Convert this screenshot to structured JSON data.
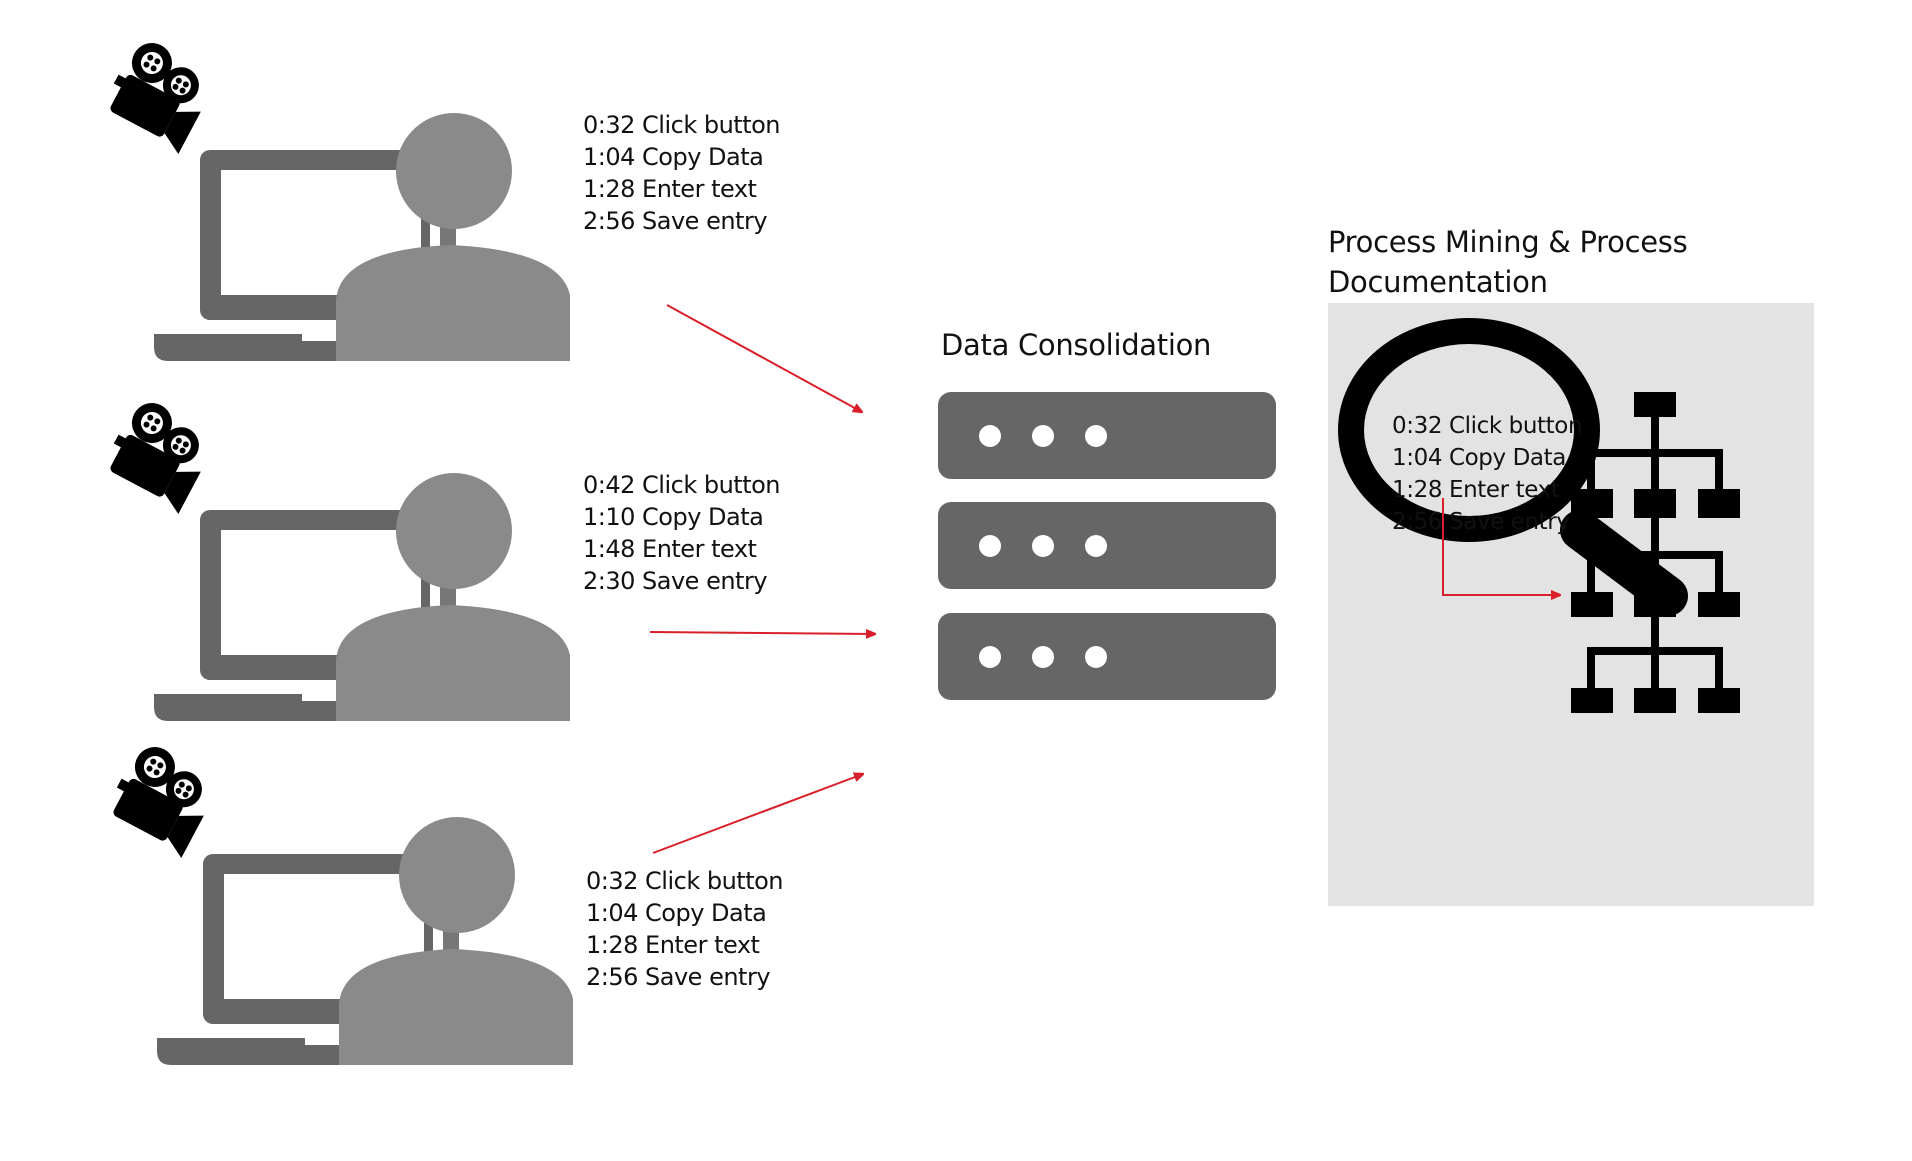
{
  "users": [
    {
      "log": [
        "0:32 Click button",
        "1:04 Copy Data",
        "1:28 Enter text",
        "2:56 Save entry"
      ]
    },
    {
      "log": [
        "0:42 Click button",
        "1:10 Copy Data",
        "1:48 Enter text",
        "2:30 Save entry"
      ]
    },
    {
      "log": [
        "0:32 Click button",
        "1:04 Copy Data",
        "1:28 Enter text",
        "2:56 Save entry"
      ]
    }
  ],
  "consolidation": {
    "title": "Data Consolidation"
  },
  "mining": {
    "title_line1": "Process Mining & Process",
    "title_line2": "Documentation",
    "log": [
      "0:32 Click button",
      "1:04 Copy Data",
      "1:28 Enter text",
      "2:56 Save entry"
    ]
  },
  "colors": {
    "arrow": "#d9202a",
    "device": "#666666",
    "person": "#8a8a8a",
    "panel": "#e3e3e3"
  }
}
